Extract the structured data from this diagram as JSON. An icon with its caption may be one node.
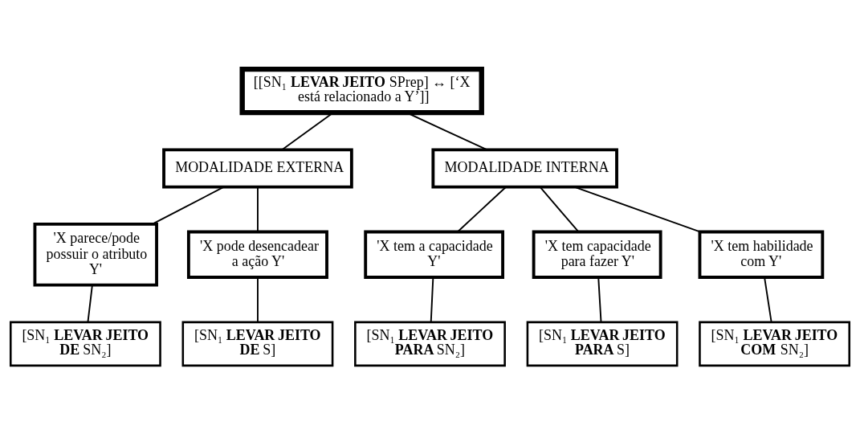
{
  "diagram": {
    "nodes": [
      {
        "text": [
          "[[SN₁ **LEVAR JEITO** SPrep] ↔ [‘X está relacionado a Y’]]"
        ]
      },
      {
        "text": [
          "MODALIDADE EXTERNA"
        ]
      },
      {
        "text": [
          "MODALIDADE INTERNA"
        ]
      },
      {
        "text": [
          "'X parece/pode possuir o atributo Y'"
        ]
      },
      {
        "text": [
          "'X pode desencadear a ação Y'"
        ]
      },
      {
        "text": [
          "'X tem a capacidade Y'"
        ]
      },
      {
        "text": [
          "'X tem capacidade para fazer Y'"
        ]
      },
      {
        "text": [
          "'X tem habilidade com Y'"
        ]
      },
      {
        "text": [
          "[SN₁ **LEVAR JEITO DE** SN₂]"
        ]
      },
      {
        "text": [
          "[SN₁ **LEVAR JEITO DE** S]"
        ]
      },
      {
        "text": [
          "[SN₁ **LEVAR JEITO PARA** SN₂]"
        ]
      },
      {
        "text": [
          "[SN₁ **LEVAR JEITO PARA** S]"
        ]
      },
      {
        "text": [
          "[SN₁ **LEVAR JEITO COM** SN₂]"
        ]
      }
    ],
    "edges": [
      {
        "from": 0,
        "to": 1,
        "arrow": "none"
      },
      {
        "from": 0,
        "to": 2,
        "arrow": "none"
      },
      {
        "from": 1,
        "to": 3,
        "arrow": "none"
      },
      {
        "from": 1,
        "to": 4,
        "arrow": "none"
      },
      {
        "from": 2,
        "to": 5,
        "arrow": "none"
      },
      {
        "from": 2,
        "to": 6,
        "arrow": "none"
      },
      {
        "from": 2,
        "to": 7,
        "arrow": "none"
      },
      {
        "from": 3,
        "to": 8,
        "arrow": "none"
      },
      {
        "from": 4,
        "to": 9,
        "arrow": "none"
      },
      {
        "from": 5,
        "to": 10,
        "arrow": "none"
      },
      {
        "from": 6,
        "to": 11,
        "arrow": "none"
      },
      {
        "from": 7,
        "to": 12,
        "arrow": "none"
      }
    ]
  }
}
